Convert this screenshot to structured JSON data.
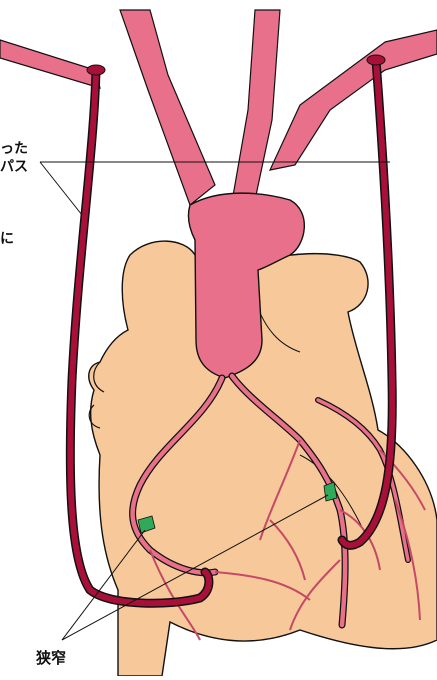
{
  "labels": {
    "bypass_line1": "った",
    "bypass_line2": "パス",
    "partial_char": "に",
    "stenosis": "狭窄"
  },
  "colors": {
    "aorta": "#e8708a",
    "heart": "#f7c89a",
    "bypass_graft": "#a8103a",
    "stenosis_mark": "#2eaa5a",
    "outline": "#111111"
  }
}
